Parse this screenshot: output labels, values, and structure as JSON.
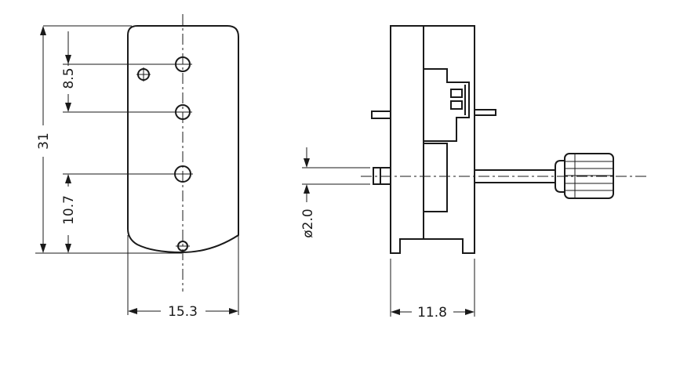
{
  "drawing": {
    "dimensions": {
      "height": "31",
      "hole_pitch_top": "8.5",
      "hole_pitch_bottom": "10.7",
      "front_width": "15.3",
      "side_width": "11.8",
      "shaft_diameter": "ø2.0"
    }
  }
}
